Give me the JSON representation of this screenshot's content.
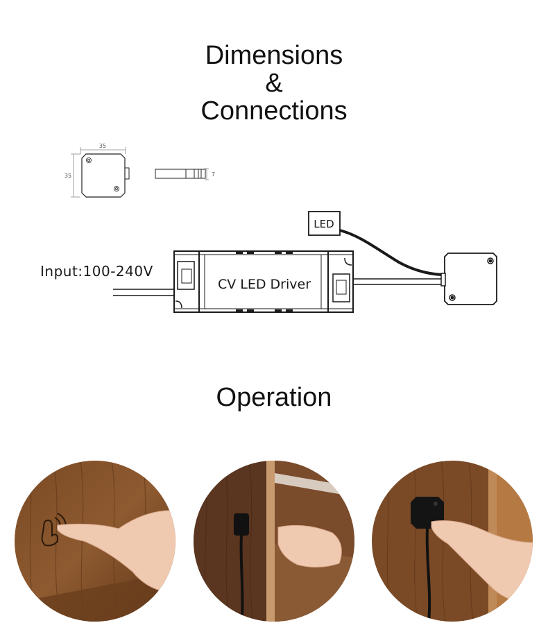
{
  "header": {
    "line1": "Dimensions",
    "line2": "&",
    "line3": "Connections"
  },
  "dimensions": {
    "width_label": "35",
    "height_label": "35",
    "thickness_label": "7"
  },
  "wiring": {
    "input_label": "Input:100-240V",
    "driver_label": "CV LED Driver",
    "led_label": "LED"
  },
  "operation": {
    "title": "Operation"
  },
  "colors": {
    "line": "#1a1a1a",
    "dim_line": "#777777",
    "wood_light": "#8a5a32",
    "wood_dark": "#4a2c16",
    "skin": "#efc9b0"
  }
}
